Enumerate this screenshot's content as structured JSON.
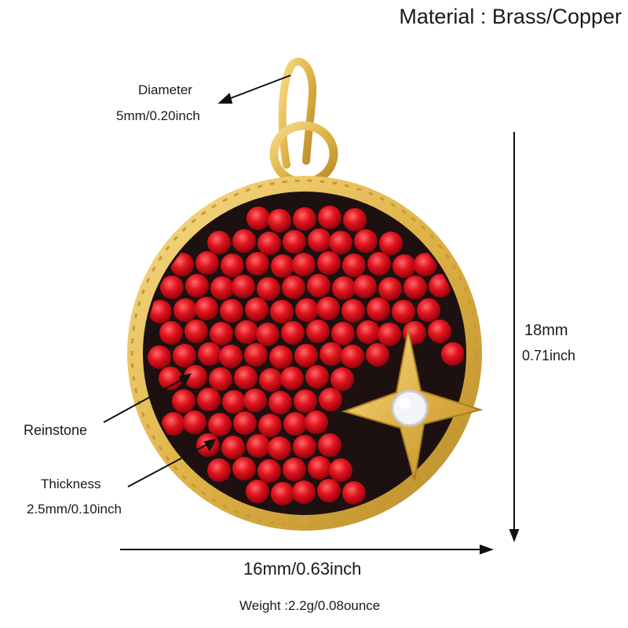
{
  "header": {
    "material": "Material : Brass/Copper"
  },
  "annotations": {
    "diameter_label": "Diameter",
    "diameter_value": "5mm/0.20inch",
    "height_mm": "18mm",
    "height_inch": "0.71inch",
    "stone_label": "Reinstone",
    "thickness_label": "Thickness",
    "thickness_value": "2.5mm/0.10inch",
    "width_label": "16mm/0.63inch",
    "weight_label": "Weight :2.2g/0.08ounce"
  },
  "product": {
    "icon": "round-red-rhinestone-pendant-with-gold-star",
    "colors": {
      "gold": "#e8bf55",
      "stone_red": "#d4121c",
      "enamel_black": "#1c1010",
      "cz": "#f4f4f8"
    }
  }
}
